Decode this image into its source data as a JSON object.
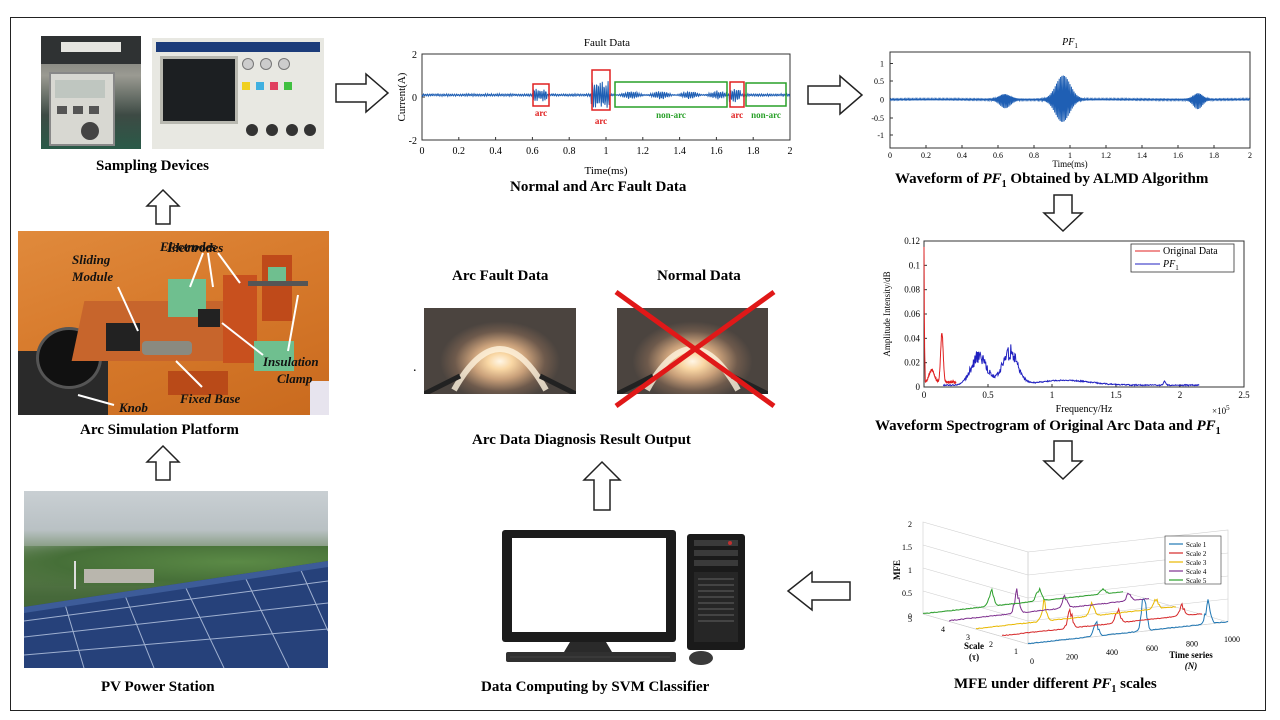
{
  "captions": {
    "sampling": "Sampling Devices",
    "arc_platform": "Arc Simulation Platform",
    "pv_station": "PV Power Station",
    "normal_arc": "Normal and Arc Fault Data",
    "waveform_pf1_pre": "Waveform of ",
    "waveform_pf1_post": " Obtained by ALMD Algorithm",
    "spectrogram_pre": "Waveform Spectrogram of Original Arc Data and ",
    "mfe_pre": "MFE under different ",
    "mfe_post": " scales",
    "svm": "Data Computing by SVM Classifier",
    "diagnosis": "Arc Data Diagnosis Result Output",
    "pf_base": "PF",
    "pf_sub": "1"
  },
  "platform_labels": {
    "electrodes": "Electrodes",
    "sliding": "Sliding",
    "module": "Module",
    "insulation": "Insulation",
    "clamp": "Clamp",
    "knob": "Knob",
    "fixed_base": "Fixed Base"
  },
  "result": {
    "arc_fault_title": "Arc Fault Data",
    "normal_title": "Normal Data",
    "dot": "."
  },
  "fault_chart": {
    "title": "Fault Data",
    "ylabel": "Current(A)",
    "xlabel": "Time(ms)",
    "xticks": [
      "0",
      "0.2",
      "0.4",
      "0.6",
      "0.8",
      "1",
      "1.2",
      "1.4",
      "1.6",
      "1.8",
      "2"
    ],
    "yticks": [
      "2",
      "0",
      "-2"
    ],
    "labels": {
      "arc1": "arc",
      "arc2": "arc",
      "nonarc1": "non-arc",
      "arc3": "arc",
      "nonarc2": "non-arc"
    }
  },
  "pf1_chart": {
    "title_base": "PF",
    "title_sub": "1",
    "xlabel": "Time(ms)",
    "xticks": [
      "0",
      "0.2",
      "0.4",
      "0.6",
      "0.8",
      "1",
      "1.2",
      "1.4",
      "1.6",
      "1.8",
      "2"
    ],
    "yticks": [
      "1",
      "0.5",
      "0",
      "-0.5",
      "-1"
    ]
  },
  "spectrum_chart": {
    "ylabel": "Amplitude Intensity/dB",
    "xlabel": "Frequency/Hz",
    "multiplier": "×10",
    "multiplier_exp": "5",
    "yticks": [
      "0.12",
      "0.1",
      "0.08",
      "0.06",
      "0.04",
      "0.02",
      "0"
    ],
    "xticks": [
      "0",
      "0.5",
      "1",
      "1.5",
      "2",
      "2.5"
    ],
    "legend": [
      {
        "name": "Original Data",
        "color": "#e02020"
      },
      {
        "name": "PF",
        "sub": "1",
        "color": "#2020c0"
      }
    ]
  },
  "mfe_chart": {
    "zlabel": "MFE",
    "zticks": [
      "2",
      "1.5",
      "1",
      "0.5",
      "0"
    ],
    "scale_label": "Scale",
    "scale_symbol": "(τ)",
    "scale_ticks": [
      "5",
      "4",
      "3",
      "2",
      "1"
    ],
    "time_label": "Time series",
    "time_symbol": "(N)",
    "time_ticks": [
      "0",
      "200",
      "400",
      "600",
      "800",
      "1000"
    ],
    "legend": [
      {
        "name": "Scale 1",
        "color": "#1f77b4"
      },
      {
        "name": "Scale 2",
        "color": "#d62728"
      },
      {
        "name": "Scale 3",
        "color": "#e8b800"
      },
      {
        "name": "Scale 4",
        "color": "#7e2f8e"
      },
      {
        "name": "Scale 5",
        "color": "#2ca02c"
      }
    ]
  }
}
